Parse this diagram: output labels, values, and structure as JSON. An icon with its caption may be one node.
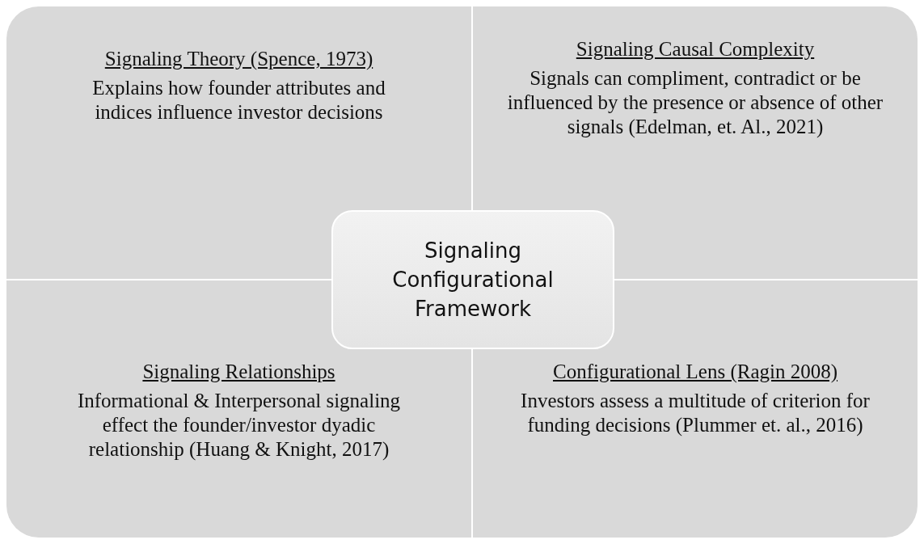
{
  "diagram": {
    "nodes": [
      {
        "text": [
          "Signaling Theory (Spence, 1973)",
          "Explains how founder attributes and indices influence investor decisions"
        ]
      },
      {
        "text": [
          "Signaling Causal Complexity",
          "Signals can compliment, contradict or be influenced by the presence or absence of other signals (Edelman, et. Al., 2021)"
        ]
      },
      {
        "text": [
          "Signaling Configurational Framework"
        ]
      },
      {
        "text": [
          "Signaling Relationships",
          "Informational & Interpersonal signaling effect the founder/investor dyadic relationship (Huang & Knight, 2017)"
        ]
      },
      {
        "text": [
          "Configurational Lens (Ragin 2008)",
          "Investors assess a multitude of criterion for funding decisions (Plummer et. al., 2016)"
        ]
      }
    ],
    "edges": []
  }
}
